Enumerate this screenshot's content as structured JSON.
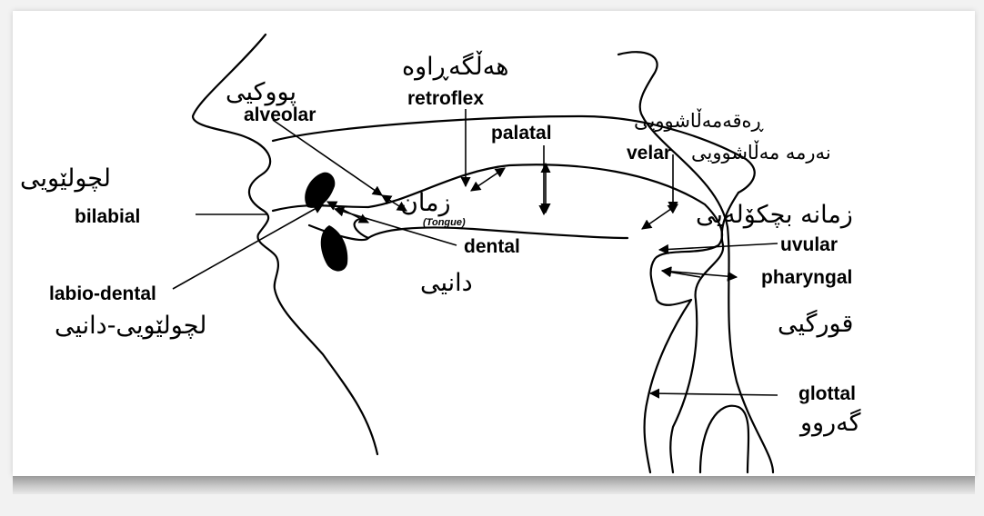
{
  "labels": {
    "retroflex": "retroflex",
    "alveolar": "alveolar",
    "palatal": "palatal",
    "velar": "velar",
    "bilabial": "bilabial",
    "dental": "dental",
    "uvular": "uvular",
    "pharyngal": "pharyngal",
    "labio_dental": "labio-dental",
    "glottal": "glottal",
    "tongue": "(Tongue)"
  },
  "kurdish": {
    "retroflex": "هەڵگەڕاوە",
    "alveolar": "پووکیی",
    "palatal": "ڕەقەمەڵاشوویی",
    "velar": "نەرمە مەڵاشوویی",
    "bilabial": "لچولێویی",
    "tongue": "زمان",
    "uvular": "زمانە بچکۆلەیی",
    "dental": "دانیی",
    "pharyngal": "قورگیی",
    "labio_dental": "لچولێویی-دانیی",
    "glottal": "گەروو"
  },
  "colors": {
    "ink": "#000000",
    "paper": "#ffffff"
  }
}
